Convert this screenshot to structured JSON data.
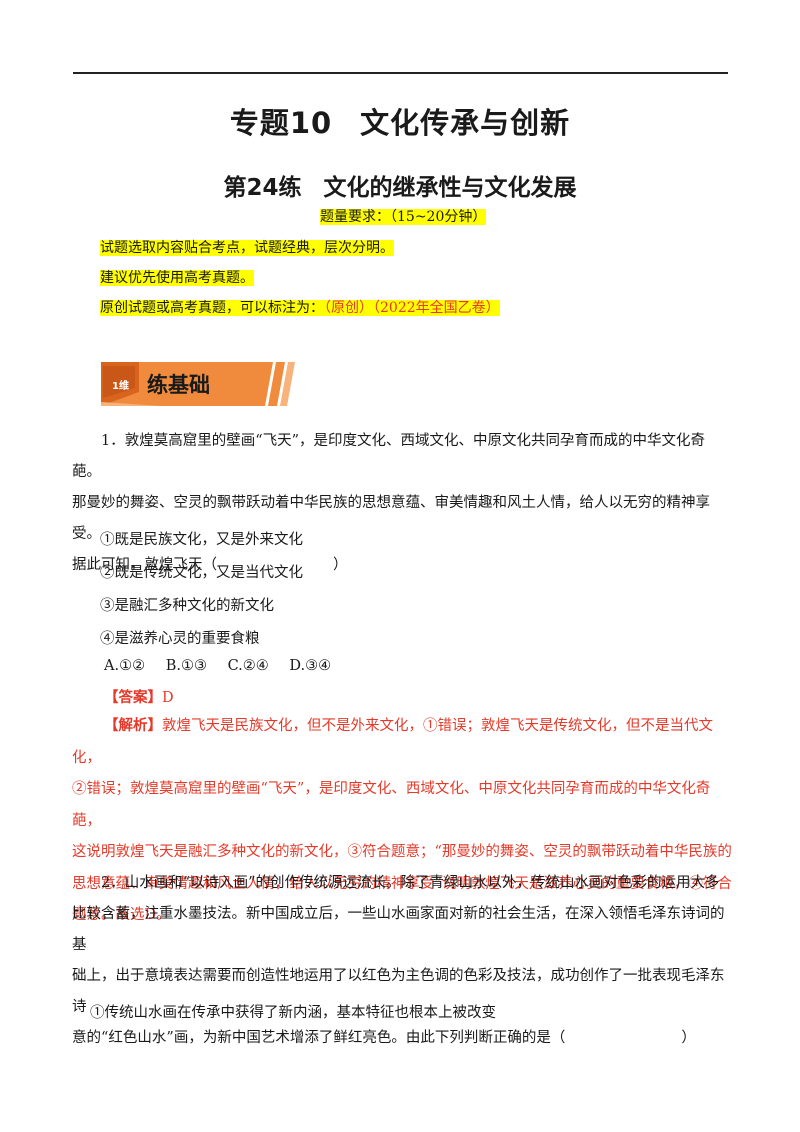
{
  "header": {
    "title_main": "专题10",
    "title_sub": "文化传承与创新",
    "subtitle_main": "第24练",
    "subtitle_sub": "文化的继承性与文化发展",
    "requirement": "题量要求：（15~20分钟）"
  },
  "notes": {
    "line1": "试题选取内容贴合考点，试题经典，层次分明。",
    "line2": "建议优先使用高考真题。",
    "line3_prefix": "原创试题或高考真题，可以标注为：",
    "line3_red": "（原创）（2022年全国乙卷）"
  },
  "banner": {
    "tag": "1维",
    "label": "练基础",
    "colors": {
      "fill": "#f08a3c",
      "dark": "#d9641e",
      "light": "#f7b37a"
    }
  },
  "q1": {
    "stem_line1": "1．敦煌莫高窟里的壁画“飞天”，是印度文化、西域文化、中原文化共同孕育而成的中华文化奇葩。",
    "stem_line2": "那曼妙的舞姿、空灵的飘带跃动着中华民族的思想意蕴、审美情趣和风土人情，给人以无穷的精神享受。",
    "stem_line3": "据此可知，敦煌飞天（　　　　　　　　）",
    "options": [
      "①既是民族文化，又是外来文化",
      "②既是传统文化，又是当代文化",
      "③是融汇多种文化的新文化",
      "④是滋养心灵的重要食粮"
    ],
    "choices": [
      "A.①②",
      "B.①③",
      "C.②④",
      "D.③④"
    ],
    "answer_tag": "【答案】",
    "answer": "D",
    "analysis_tag": "【解析】",
    "analysis_line1": "敦煌飞天是民族文化，但不是外来文化，①错误；敦煌飞天是传统文化，但不是当代文化，",
    "analysis_line2": "②错误；敦煌莫高窟里的壁画“飞天”，是印度文化、西域文化、中原文化共同孕育而成的中华文化奇葩，",
    "analysis_line3": "这说明敦煌飞天是融汇多种文化的新文化，③符合题意；“那曼妙的舞姿、空灵的飘带跃动着中华民族的",
    "analysis_line4": "思想意蕴、审美情趣和风土人情，给人以无穷的精神享受”说明敦煌飞天是滋养心灵的重要食粮，④符合",
    "analysis_line5": "题意。故选D。"
  },
  "q2": {
    "stem_line1": "2．山水画和“以诗入画”的创作传统源远流长。除了青绿山水以外，传统山水画对色彩的运用大多",
    "stem_line2": "比较含蓄，注重水墨技法。新中国成立后，一些山水画家面对新的社会生活，在深入领悟毛泽东诗词的基",
    "stem_line3": "础上，出于意境表达需要而创造性地运用了以红色为主色调的色彩及技法，成功创作了一批表现毛泽东诗",
    "stem_line4": "意的“红色山水”画，为新中国艺术增添了鲜红亮色。由此下列判断正确的是（　　　　　　　　）",
    "option1": "①传统山水画在传承中获得了新内涵，基本特征也根本上被改变"
  }
}
